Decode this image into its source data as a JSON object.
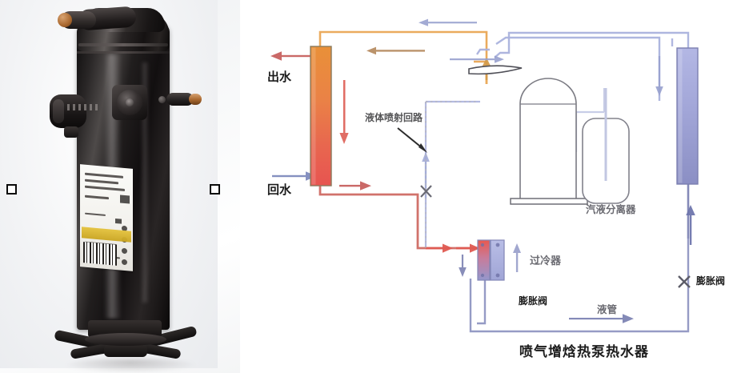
{
  "figure": {
    "title": "喷气增焓热泵热水器",
    "photo_alt_name": "scroll-compressor-photo"
  },
  "labels": {
    "water_out": "出水",
    "water_return": "回水",
    "liquid_injection_circuit": "液体喷射回路",
    "vapor_liquid_separator": "汽液分离器",
    "subcooler": "过冷器",
    "expansion_valve_left": "膨胀阀",
    "expansion_valve_right": "膨胀阀",
    "liquid_pipe": "液管"
  },
  "valves": {
    "injection_valve_symbol": "X",
    "main_valve_symbol": "X"
  },
  "colors": {
    "condenser_top": "#e8903a",
    "condenser_bottom": "#e85a50",
    "evaporator_top": "#a9aede",
    "evaporator_bottom": "#8f93c9",
    "hot_gas_line": "#e9a04e",
    "hot_water_line": "#cf5f5f",
    "suction_line": "#aab4dc",
    "liquid_line": "#8d93bd",
    "return_water_arrow": "#7f8bbd",
    "dotted_injection_line": "#b9b9c4",
    "outline": "#6f6f78",
    "text": "#1c1c1c"
  },
  "components": {
    "condenser": "condenser-heat-exchanger",
    "evaporator": "evaporator-heat-exchanger",
    "compressor": "scroll-compressor-vessel",
    "oil_separator": "oil-separator-muffler",
    "accumulator": "vapor-liquid-separator-vessel",
    "subcooler": "plate-subcooler"
  },
  "arrows": {
    "hot_gas_to_condenser": "left",
    "condenser_internal": "down",
    "condenser_outlet": "right",
    "subcooler_inlet": "right",
    "subcooler_riser": "up",
    "subcooler_downcomer": "down",
    "economizer_injection": "up",
    "suction_to_compressor": "left",
    "compressor_discharge_right": "right",
    "evaporator_internal": "up",
    "evaporator_feed": "up",
    "condenser_down_right": "down",
    "liquid_pipe": "right"
  }
}
